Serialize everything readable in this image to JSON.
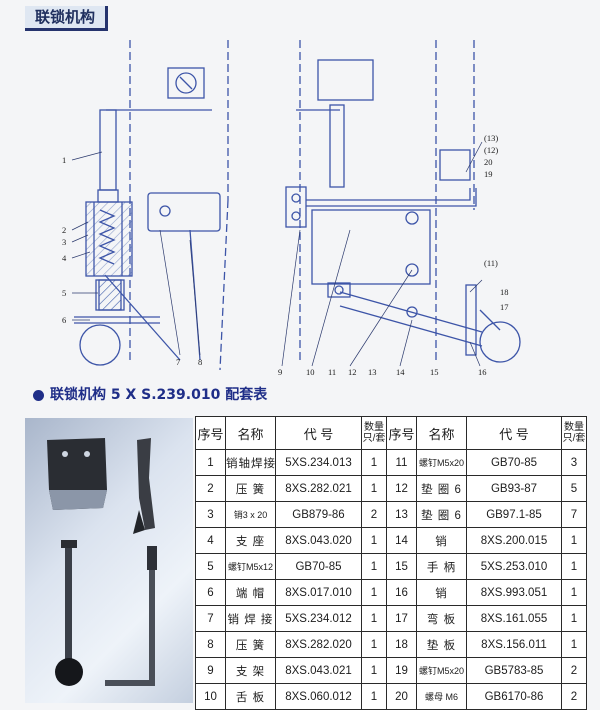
{
  "header": {
    "title": "联锁机构"
  },
  "subtitle": "联锁机构 5 X S.239.010 配套表",
  "drawing": {
    "left_callouts": [
      "1",
      "2",
      "3",
      "4",
      "5",
      "6",
      "7",
      "8"
    ],
    "bottom_callouts": [
      "9",
      "10",
      "11",
      "12",
      "13",
      "14",
      "15",
      "16"
    ],
    "right_callouts_top": [
      "(13)",
      "(12)",
      "20",
      "19"
    ],
    "right_callouts_low": [
      "(11)",
      "18",
      "17"
    ]
  },
  "table": {
    "headers": {
      "no": "序号",
      "name": "名称",
      "code": "代 号",
      "qty": "数量 只/套"
    },
    "left_rows": [
      {
        "no": "1",
        "name": "销轴焊接",
        "code": "5XS.234.013",
        "qty": "1"
      },
      {
        "no": "2",
        "name": "压 簧",
        "code": "8XS.282.021",
        "qty": "1"
      },
      {
        "no": "3",
        "name": "销3 x 20",
        "code": "GB879-86",
        "qty": "2"
      },
      {
        "no": "4",
        "name": "支 座",
        "code": "8XS.043.020",
        "qty": "1"
      },
      {
        "no": "5",
        "name": "螺钉M5x12",
        "code": "GB70-85",
        "qty": "1"
      },
      {
        "no": "6",
        "name": "端 帽",
        "code": "8XS.017.010",
        "qty": "1"
      },
      {
        "no": "7",
        "name": "销 焊 接",
        "code": "5XS.234.012",
        "qty": "1"
      },
      {
        "no": "8",
        "name": "压 簧",
        "code": "8XS.282.020",
        "qty": "1"
      },
      {
        "no": "9",
        "name": "支 架",
        "code": "8XS.043.021",
        "qty": "1"
      },
      {
        "no": "10",
        "name": "舌 板",
        "code": "8XS.060.012",
        "qty": "1"
      }
    ],
    "right_rows": [
      {
        "no": "11",
        "name": "螺钉M5x20",
        "code": "GB70-85",
        "qty": "3"
      },
      {
        "no": "12",
        "name": "垫 圈 6",
        "code": "GB93-87",
        "qty": "5"
      },
      {
        "no": "13",
        "name": "垫 圈 6",
        "code": "GB97.1-85",
        "qty": "7"
      },
      {
        "no": "14",
        "name": "销",
        "code": "8XS.200.015",
        "qty": "1"
      },
      {
        "no": "15",
        "name": "手 柄",
        "code": "5XS.253.010",
        "qty": "1"
      },
      {
        "no": "16",
        "name": "销",
        "code": "8XS.993.051",
        "qty": "1"
      },
      {
        "no": "17",
        "name": "弯 板",
        "code": "8XS.161.055",
        "qty": "1"
      },
      {
        "no": "18",
        "name": "垫 板",
        "code": "8XS.156.011",
        "qty": "1"
      },
      {
        "no": "19",
        "name": "螺钉M5x20",
        "code": "GB5783-85",
        "qty": "2"
      },
      {
        "no": "20",
        "name": "螺母 M6",
        "code": "GB6170-86",
        "qty": "2"
      }
    ]
  }
}
